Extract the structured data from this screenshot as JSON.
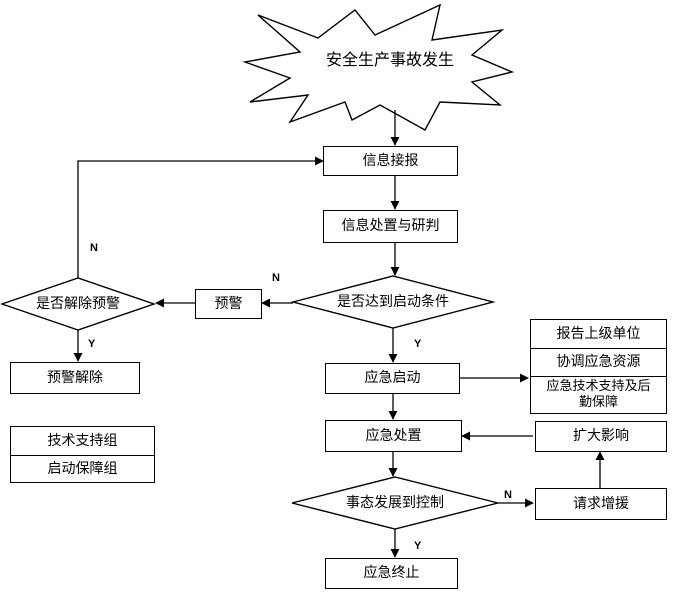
{
  "diagram": {
    "start": "安全生产事故发生",
    "info_report": "信息接报",
    "info_analysis": "信息处置与研判",
    "decision_start": "是否达到启动条件",
    "warning": "预警",
    "decision_warning": "是否解除预警",
    "warning_lifted": "预警解除",
    "emergency_start": "应急启动",
    "actions": [
      "报告上级单位",
      "协调应急资源",
      "应急技术支持及后勤保障"
    ],
    "emergency_handle": "应急处置",
    "expand_impact": "扩大影响",
    "decision_control": "事态发展到控制",
    "request_aid": "请求增援",
    "emergency_end": "应急终止",
    "groups": [
      "技术支持组",
      "启动保障组"
    ],
    "tags": {
      "yes": "Y",
      "no": "N"
    }
  }
}
